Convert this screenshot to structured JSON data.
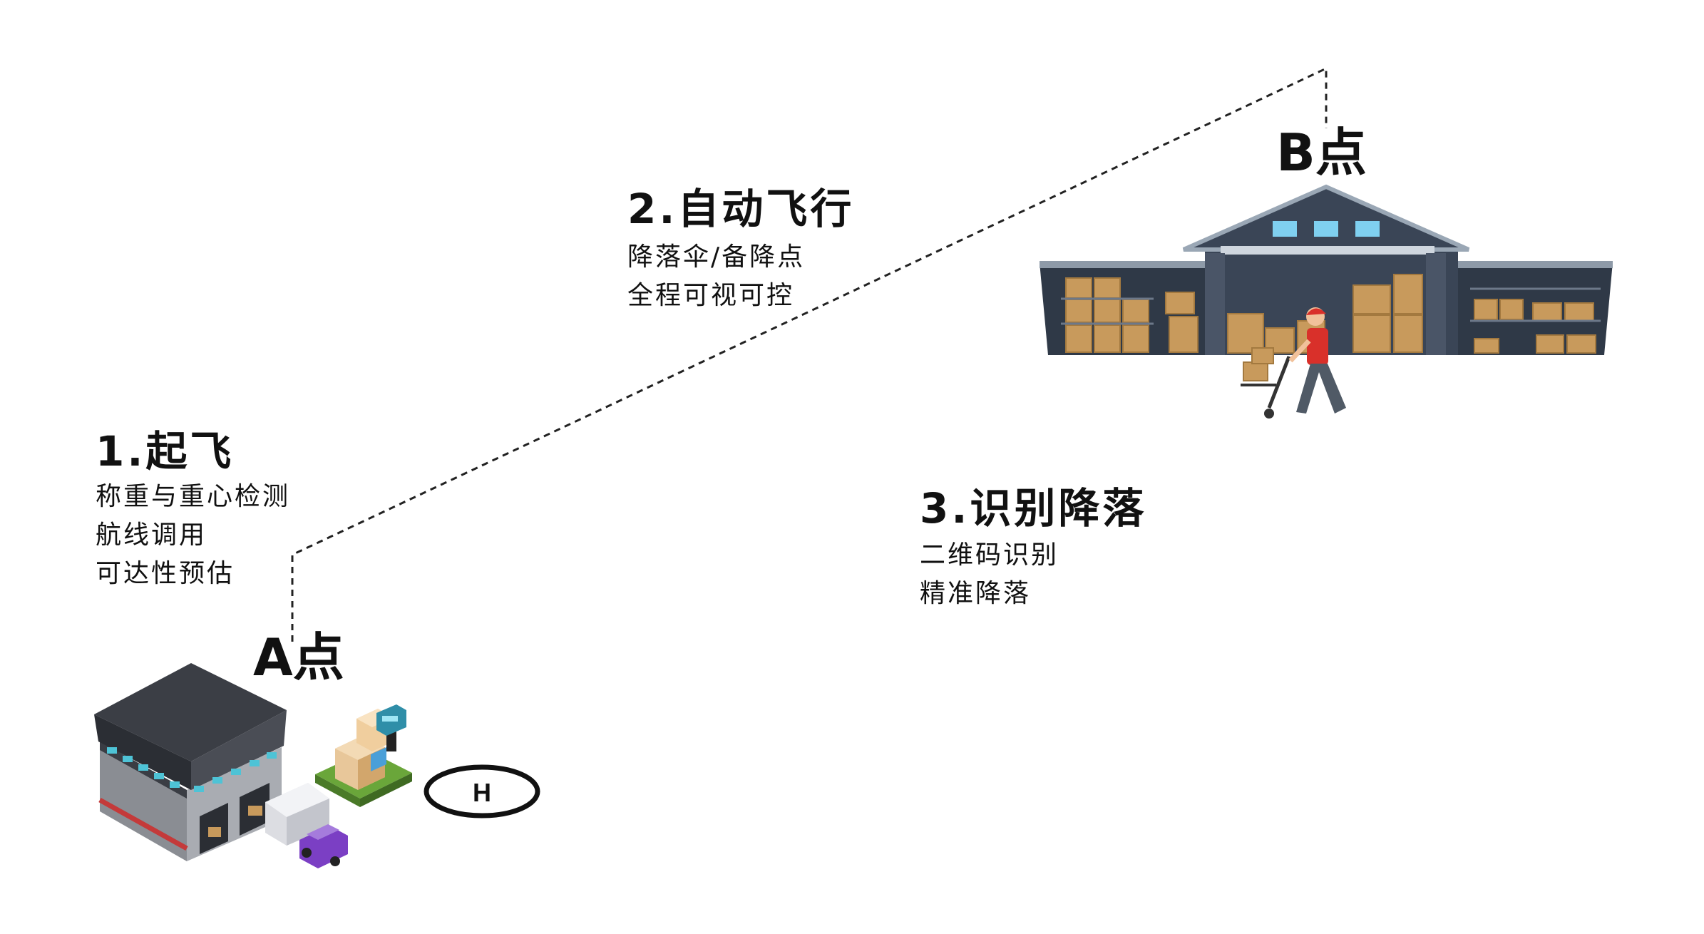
{
  "points": {
    "a_label": "A点",
    "b_label": "B点",
    "helipad_letter": "H"
  },
  "steps": [
    {
      "title": "1.起飞",
      "details": [
        "称重与重心检测",
        "航线调用",
        "可达性预估"
      ]
    },
    {
      "title": "2.自动飞行",
      "details": [
        "降落伞/备降点",
        "全程可视可控"
      ]
    },
    {
      "title": "3.识别降落",
      "details": [
        "二维码识别",
        "精准降落"
      ]
    }
  ],
  "colors": {
    "text": "#111111",
    "route_line": "#222222",
    "warehouse_dark": "#3a4556",
    "box": "#c89a5c",
    "worker_shirt": "#d9302a",
    "truck": "#7b3fc4"
  }
}
